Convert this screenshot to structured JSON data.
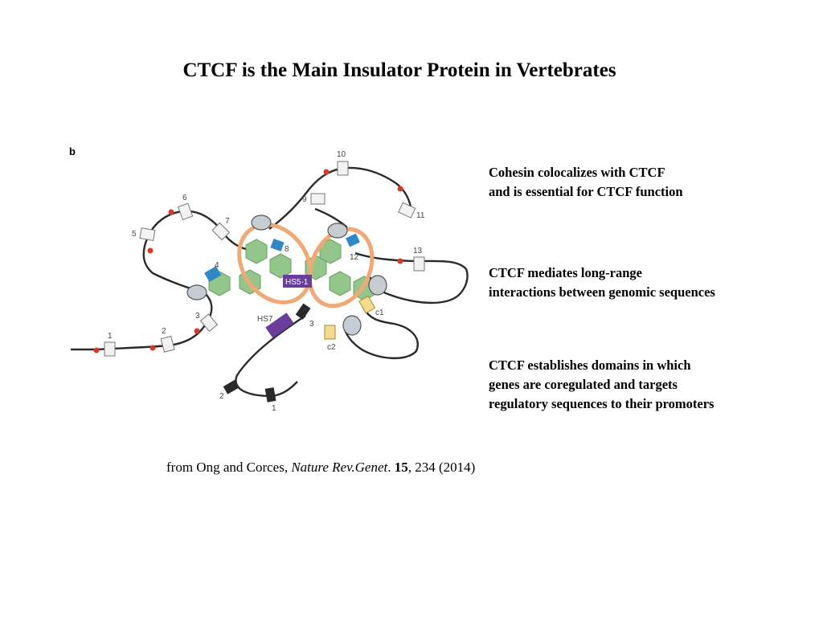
{
  "title": "CTCF is the Main Insulator Protein in Vertebrates",
  "figure": {
    "panel_label": "b",
    "ctcf_site_labels": [
      "1",
      "2",
      "3",
      "4",
      "5",
      "6",
      "7",
      "8",
      "9",
      "10",
      "11",
      "12",
      "13"
    ],
    "region_labels": [
      "HS5-1",
      "HS7",
      "3",
      "2",
      "1",
      "c1",
      "c2"
    ]
  },
  "points": [
    {
      "line1": "Cohesin colocalizes with CTCF",
      "line2": "and is essential for CTCF function"
    },
    {
      "line1": "CTCF mediates long-range",
      "line2": "interactions between genomic sequences"
    },
    {
      "line1": "CTCF establishes domains in which",
      "line2": "genes are coregulated and targets",
      "line3": "regulatory sequences to their promoters"
    }
  ],
  "citation": {
    "prefix": "from Ong and Corces,",
    "journal": "Nature Rev.Genet",
    "sep": ".",
    "volume": "15",
    "rest": ", 234 (2014)"
  },
  "colors": {
    "cohesin_ring": "#f2a874",
    "nucleosome_green": "#93c68a",
    "ctcf_blue": "#2f88c8",
    "enhancer_purple": "#6a3d9a",
    "yellow_site": "#f5dc8a",
    "red_dot": "#d83a2a"
  }
}
